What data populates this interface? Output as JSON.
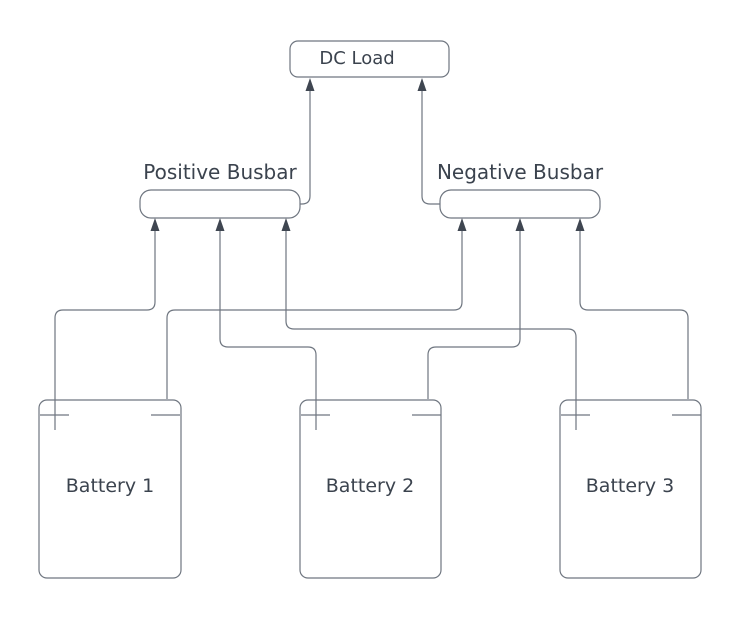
{
  "diagram": {
    "type": "wiring-diagram",
    "nodes": {
      "dc_load": {
        "label": "DC Load"
      },
      "positive_busbar": {
        "label": "Positive Busbar"
      },
      "negative_busbar": {
        "label": "Negative Busbar"
      },
      "battery_1": {
        "label": "Battery 1",
        "terminals": [
          "+",
          "-"
        ]
      },
      "battery_2": {
        "label": "Battery 2",
        "terminals": [
          "+",
          "-"
        ]
      },
      "battery_3": {
        "label": "Battery 3",
        "terminals": [
          "+",
          "-"
        ]
      }
    },
    "edges": [
      {
        "from": "Battery 1 (+ terminal)",
        "to": "Positive Busbar",
        "arrow": "to"
      },
      {
        "from": "Battery 2 (+ terminal)",
        "to": "Positive Busbar",
        "arrow": "to"
      },
      {
        "from": "Battery 3 (+ terminal)",
        "to": "Positive Busbar",
        "arrow": "to"
      },
      {
        "from": "Battery 1 (- terminal)",
        "to": "Negative Busbar",
        "arrow": "to"
      },
      {
        "from": "Battery 2 (- terminal)",
        "to": "Negative Busbar",
        "arrow": "to"
      },
      {
        "from": "Battery 3 (- terminal)",
        "to": "Negative Busbar",
        "arrow": "to"
      },
      {
        "from": "Positive Busbar",
        "to": "DC Load",
        "arrow": "to"
      },
      {
        "from": "Negative Busbar",
        "to": "DC Load",
        "arrow": "to"
      }
    ],
    "colors": {
      "background": "#ffffff",
      "shape_fill": "#ffffff",
      "stroke": "#6f7680",
      "arrow": "#3f4651",
      "text": "#3b434e"
    }
  }
}
